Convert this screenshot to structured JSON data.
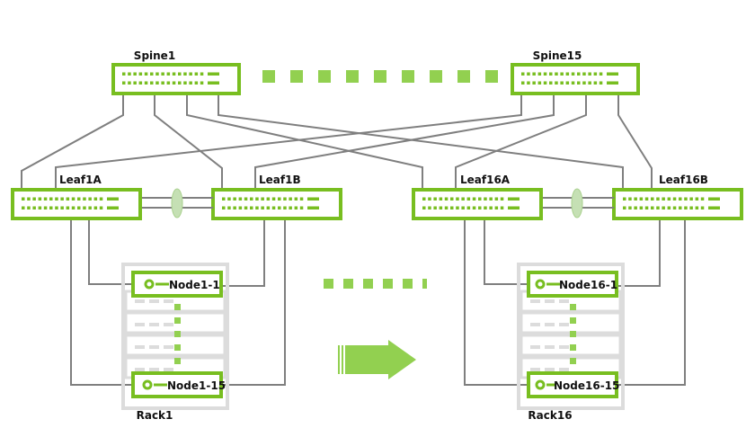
{
  "diagram": {
    "title": "Spine-Leaf Network Topology",
    "colors": {
      "accent": "#78be20",
      "dots": "#92d050",
      "wire": "#7f7f7f",
      "rack": "#dcdcdc",
      "lag": "#c5e0b4"
    },
    "spines": [
      {
        "id": "spine1",
        "label": "Spine1"
      },
      {
        "id": "spine15",
        "label": "Spine15"
      }
    ],
    "leaves": [
      {
        "id": "leaf1a",
        "label": "Leaf1A"
      },
      {
        "id": "leaf1b",
        "label": "Leaf1B"
      },
      {
        "id": "leaf16a",
        "label": "Leaf16A"
      },
      {
        "id": "leaf16b",
        "label": "Leaf16B"
      }
    ],
    "racks": [
      {
        "id": "rack1",
        "label": "Rack1",
        "nodes": [
          "Node1-1",
          "Node1-15"
        ]
      },
      {
        "id": "rack16",
        "label": "Rack16",
        "nodes": [
          "Node16-1",
          "Node16-15"
        ]
      }
    ],
    "links": [
      [
        "Spine1",
        "Leaf1A"
      ],
      [
        "Spine1",
        "Leaf1B"
      ],
      [
        "Spine1",
        "Leaf16A"
      ],
      [
        "Spine1",
        "Leaf16B"
      ],
      [
        "Spine15",
        "Leaf1A"
      ],
      [
        "Spine15",
        "Leaf1B"
      ],
      [
        "Spine15",
        "Leaf16A"
      ],
      [
        "Spine15",
        "Leaf16B"
      ],
      [
        "Leaf1A",
        "Leaf1B"
      ],
      [
        "Leaf16A",
        "Leaf16B"
      ],
      [
        "Leaf1A",
        "Node1-1"
      ],
      [
        "Leaf1A",
        "Node1-15"
      ],
      [
        "Leaf1B",
        "Node1-1"
      ],
      [
        "Leaf1B",
        "Node1-15"
      ],
      [
        "Leaf16A",
        "Node16-1"
      ],
      [
        "Leaf16A",
        "Node16-15"
      ],
      [
        "Leaf16B",
        "Node16-1"
      ],
      [
        "Leaf16B",
        "Node16-15"
      ]
    ],
    "ellipsis_icons": [
      "spine-ellipsis",
      "rack-ellipsis",
      "scale-out-arrow"
    ]
  }
}
